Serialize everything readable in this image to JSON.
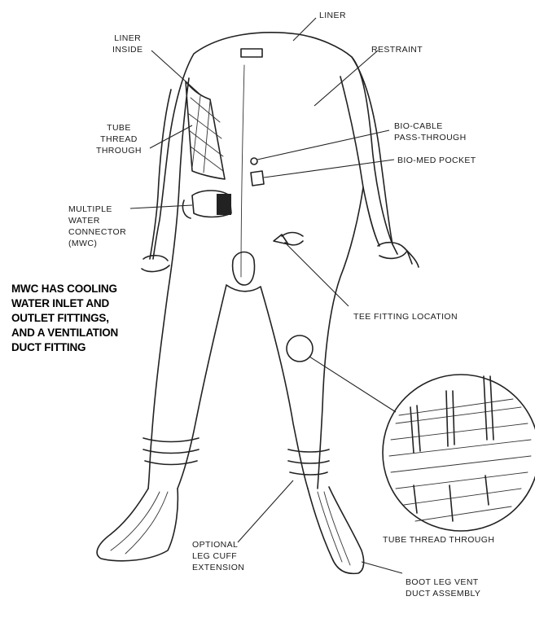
{
  "labels": {
    "liner": "LINER",
    "liner_inside": [
      "LINER",
      "INSIDE"
    ],
    "restraint": "RESTRAINT",
    "tube_thread_through_left": [
      "TUBE",
      "THREAD",
      "THROUGH"
    ],
    "bio_cable": [
      "BIO-CABLE",
      "PASS-THROUGH"
    ],
    "bio_med_pocket": "BIO-MED POCKET",
    "multiple_water_connector": [
      "MULTIPLE",
      "WATER",
      "CONNECTOR",
      "(MWC)"
    ],
    "tee_fitting": "TEE FITTING LOCATION",
    "tube_thread_through_detail": "TUBE THREAD THROUGH",
    "optional_leg_cuff": [
      "OPTIONAL",
      "LEG CUFF",
      "EXTENSION"
    ],
    "boot_leg_vent": [
      "BOOT LEG VENT",
      "DUCT ASSEMBLY"
    ]
  },
  "note": [
    "MWC HAS COOLING",
    "WATER INLET AND",
    "OUTLET FITTINGS,",
    "AND A VENTILATION",
    "DUCT FITTING"
  ],
  "colors": {
    "ink": "#222222",
    "paper": "#ffffff"
  }
}
